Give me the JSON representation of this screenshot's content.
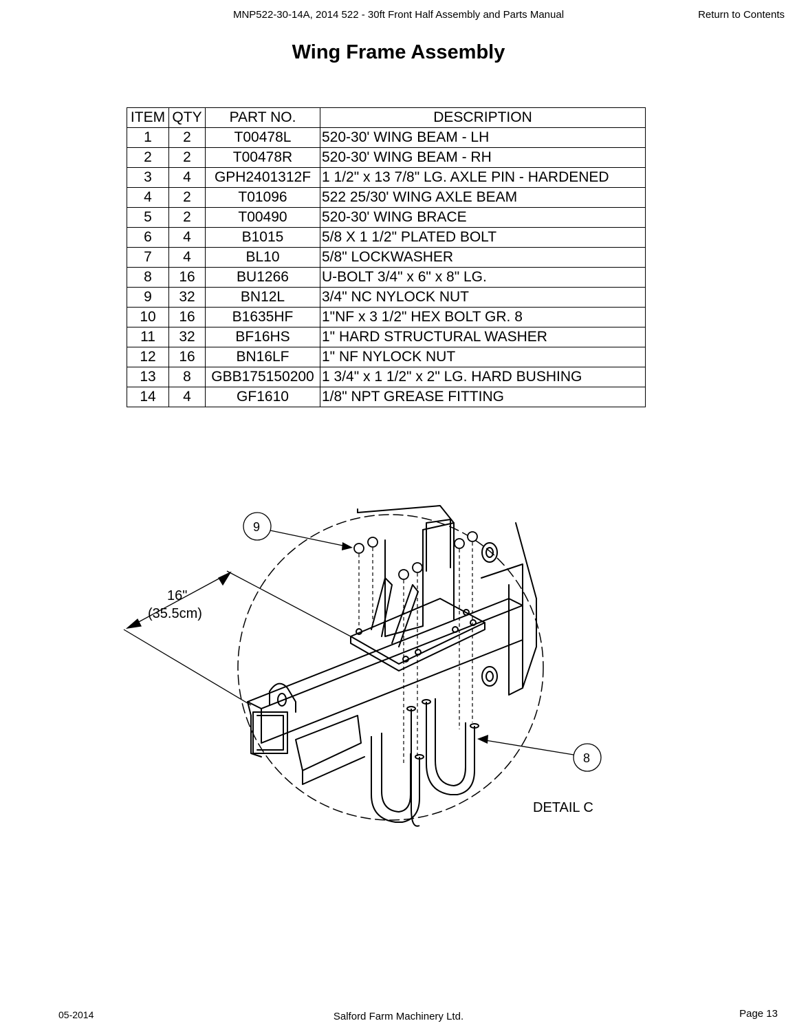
{
  "header": {
    "doc_title": "MNP522-30-14A, 2014 522 - 30ft Front Half Assembly and Parts Manual",
    "contents_link": "Return to Contents"
  },
  "page_title": "Wing Frame Assembly",
  "table": {
    "headers": [
      "ITEM",
      "QTY",
      "PART NO.",
      "DESCRIPTION"
    ],
    "rows": [
      [
        "1",
        "2",
        "T00478L",
        "520-30' WING BEAM - LH"
      ],
      [
        "2",
        "2",
        "T00478R",
        "520-30' WING BEAM - RH"
      ],
      [
        "3",
        "4",
        "GPH2401312F",
        "1 1/2\" x 13 7/8\" LG. AXLE PIN - HARDENED"
      ],
      [
        "4",
        "2",
        "T01096",
        "522 25/30' WING AXLE BEAM"
      ],
      [
        "5",
        "2",
        "T00490",
        "520-30' WING BRACE"
      ],
      [
        "6",
        "4",
        "B1015",
        "5/8 X 1 1/2\" PLATED BOLT"
      ],
      [
        "7",
        "4",
        "BL10",
        "5/8\" LOCKWASHER"
      ],
      [
        "8",
        "16",
        "BU1266",
        "U-BOLT 3/4\" x 6\" x 8\" LG."
      ],
      [
        "9",
        "32",
        "BN12L",
        "3/4\" NC NYLOCK NUT"
      ],
      [
        "10",
        "16",
        "B1635HF",
        "1\"NF x 3 1/2\" HEX BOLT GR. 8"
      ],
      [
        "11",
        "32",
        "BF16HS",
        "1\" HARD STRUCTURAL WASHER"
      ],
      [
        "12",
        "16",
        "BN16LF",
        "1\" NF NYLOCK NUT"
      ],
      [
        "13",
        "8",
        "GBB175150200",
        "1 3/4\" x 1 1/2\" x 2\" LG. HARD BUSHING"
      ],
      [
        "14",
        "4",
        "GF1610",
        "1/8\" NPT GREASE FITTING"
      ]
    ]
  },
  "drawing": {
    "dimension_inches": "16\"",
    "dimension_cm": "(35.5cm)",
    "callout_nut": "9",
    "callout_ubolt": "8",
    "detail_label": "DETAIL C"
  },
  "footer": {
    "date": "05-2014",
    "company": "Salford Farm Machinery Ltd.",
    "page": "Page 13"
  }
}
